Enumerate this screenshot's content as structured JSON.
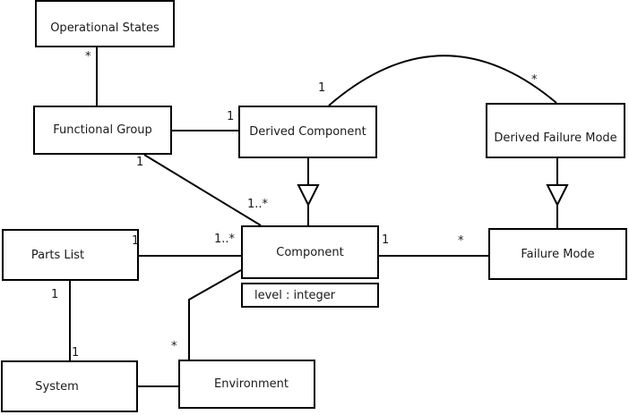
{
  "colors": {
    "line": "#000000",
    "text": "#1a1a1a",
    "background": "#ffffff",
    "box_fill": "#ffffff"
  },
  "classes": {
    "operational_states": {
      "label": "Operational States"
    },
    "functional_group": {
      "label": "Functional Group"
    },
    "derived_component": {
      "label": "Derived Component"
    },
    "derived_failure_mode": {
      "label": "Derived Failure Mode"
    },
    "parts_list": {
      "label": "Parts List"
    },
    "component": {
      "label": "Component",
      "attribute": "level : integer"
    },
    "failure_mode": {
      "label": "Failure Mode"
    },
    "system": {
      "label": "System"
    },
    "environment": {
      "label": "Environment"
    }
  },
  "multiplicities": {
    "operational_states_end": "*",
    "derived_component_left_end": "1",
    "reflexive_arc_source": "1",
    "reflexive_arc_target": "*",
    "functional_group_end": "1",
    "component_from_functional_group": "1..*",
    "parts_list_end": "1",
    "component_from_parts_list": "1..*",
    "component_end": "1",
    "failure_mode_end": "*",
    "parts_list_bottom_end": "1",
    "system_end": "1",
    "environment_end": "*"
  }
}
